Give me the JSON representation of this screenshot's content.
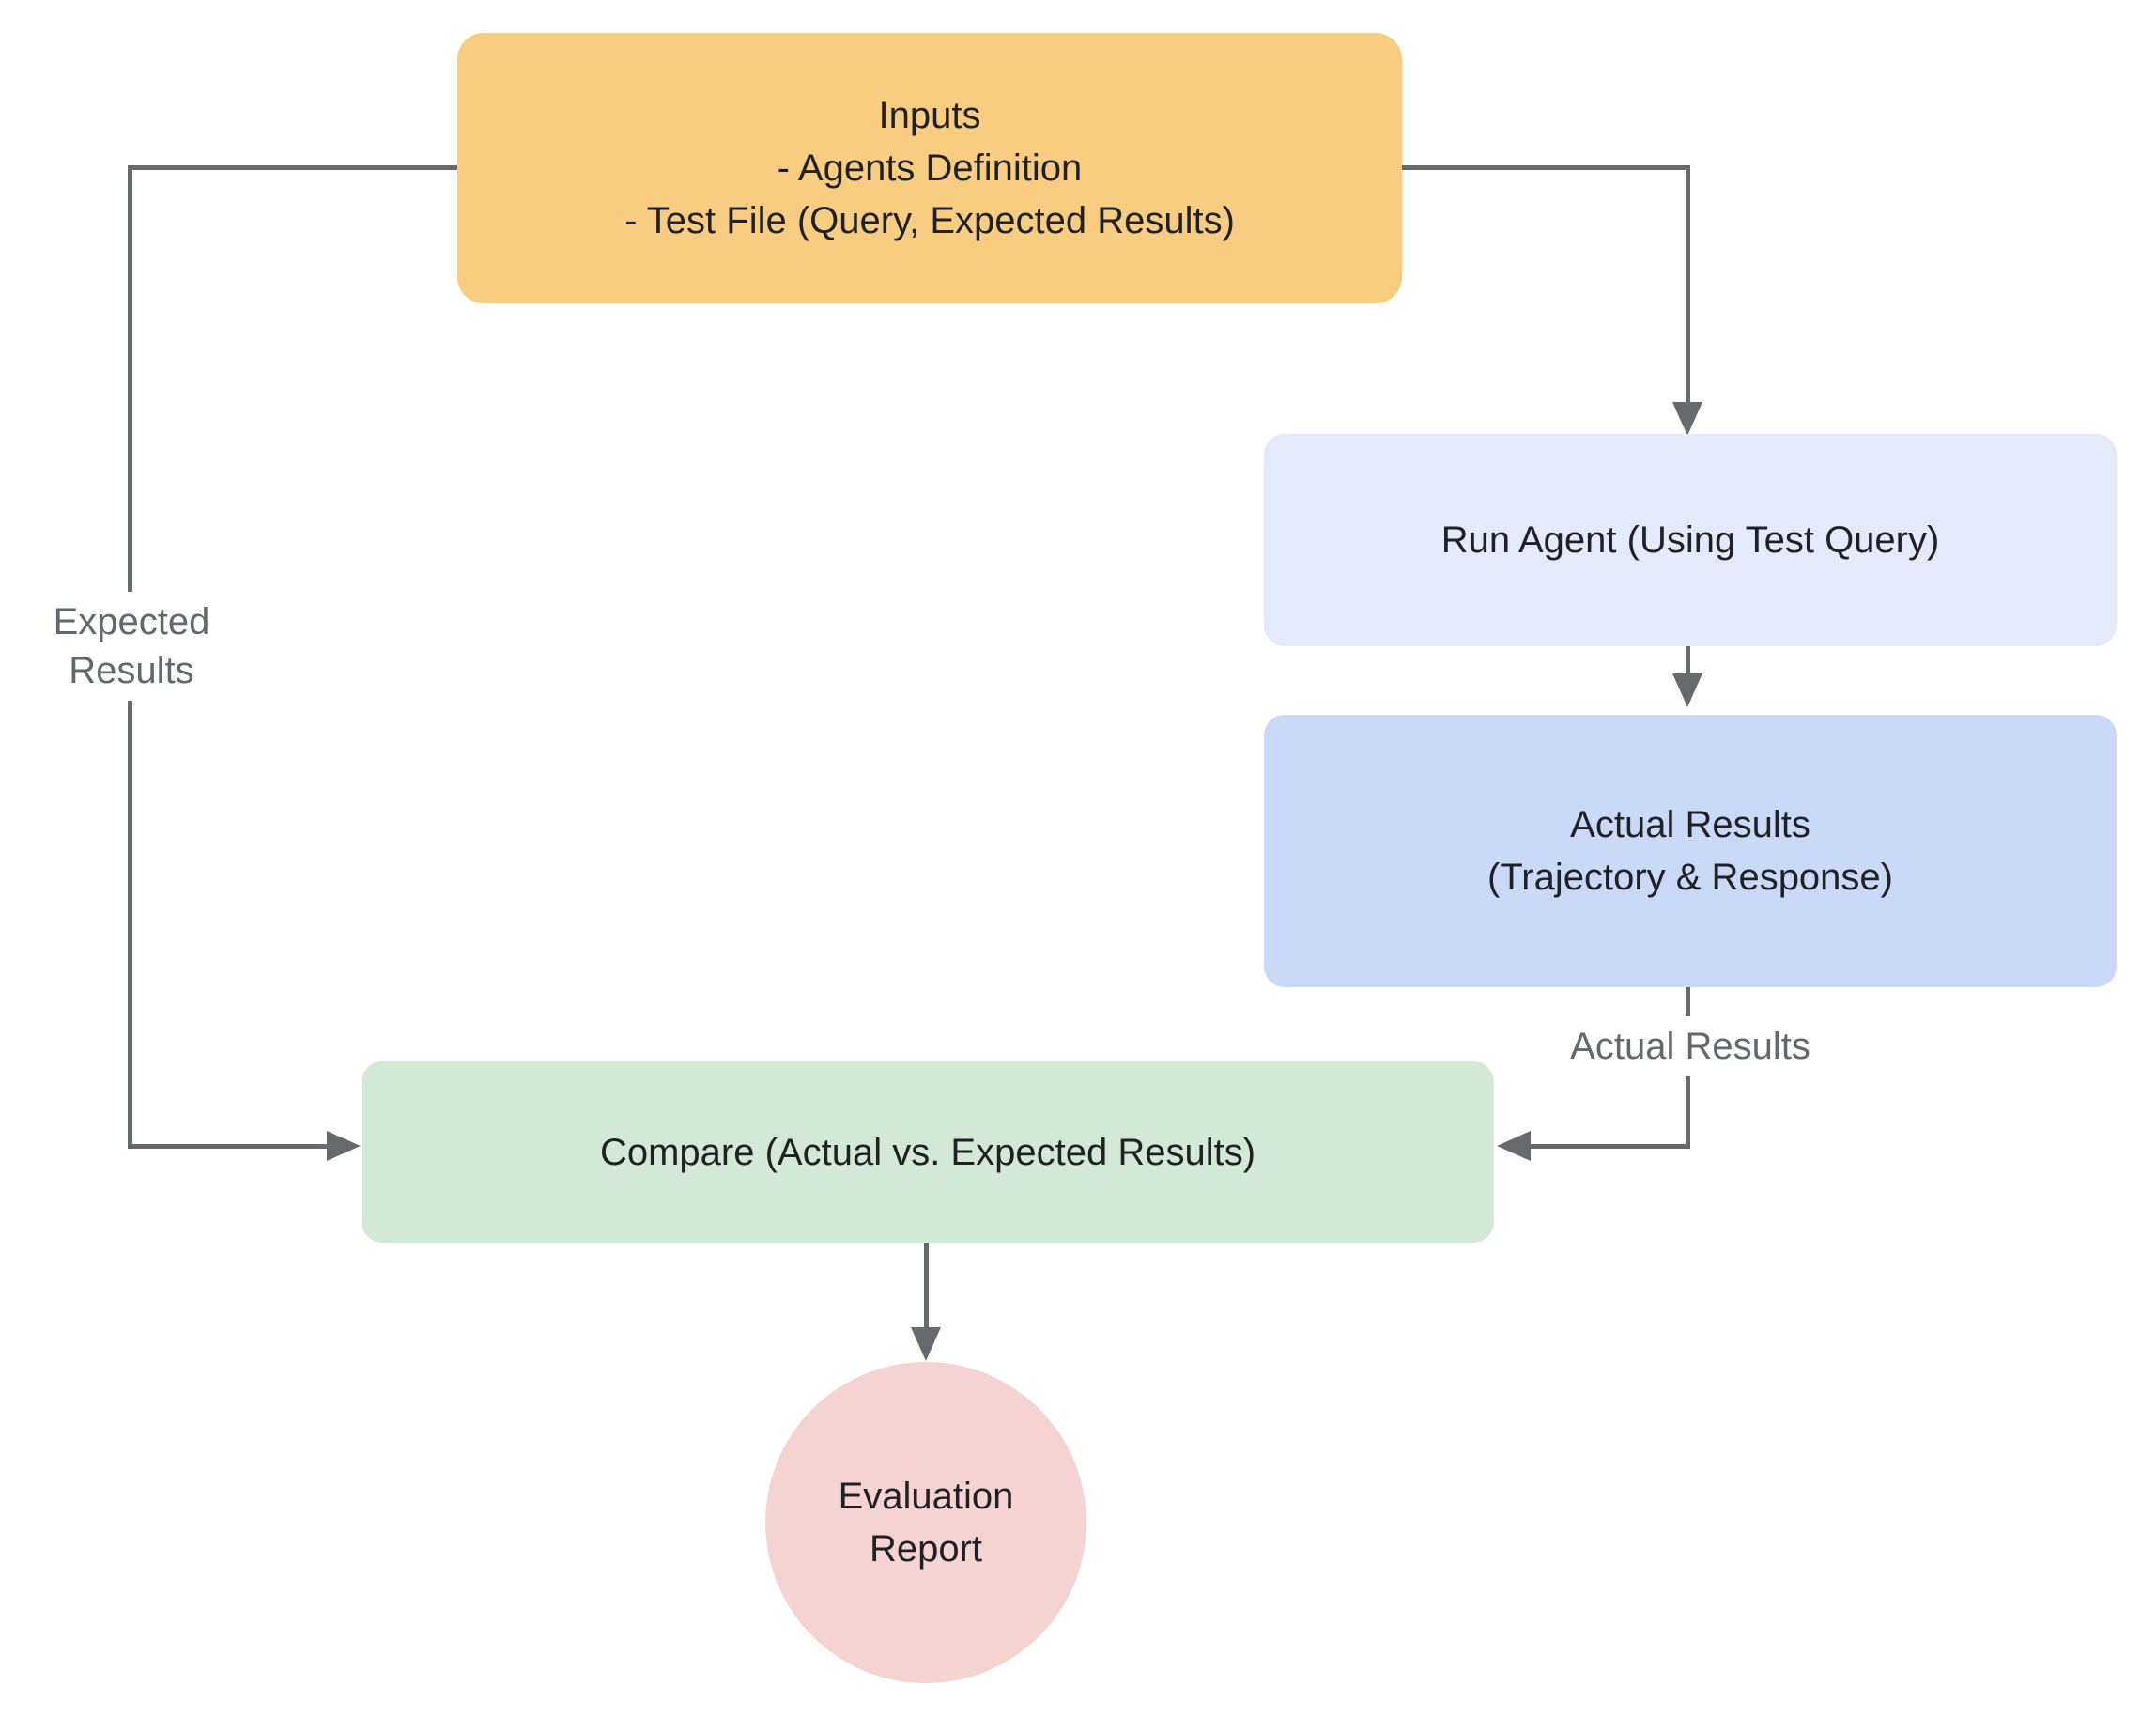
{
  "diagram": {
    "nodes": {
      "inputs": {
        "line1": "Inputs",
        "line2": "- Agents Definition",
        "line3": "- Test File (Query, Expected Results)",
        "fill": "#f8cd81"
      },
      "run_agent": {
        "label": "Run Agent (Using Test Query)",
        "fill": "#e5eafb"
      },
      "actual_results": {
        "line1": "Actual Results",
        "line2": "(Trajectory & Response)",
        "fill": "#cbd9f8"
      },
      "compare": {
        "label": "Compare (Actual vs. Expected Results)",
        "fill": "#d4e8d7"
      },
      "evaluation_report": {
        "line1": "Evaluation",
        "line2": "Report",
        "fill": "#f5d3d2"
      }
    },
    "edge_labels": {
      "expected_results_line1": "Expected",
      "expected_results_line2": "Results",
      "actual_results": "Actual Results"
    },
    "colors": {
      "arrow": "#66696e",
      "edge_label_text": "#63686d",
      "node_text": "#1f2125",
      "background": "#ffffff"
    }
  }
}
